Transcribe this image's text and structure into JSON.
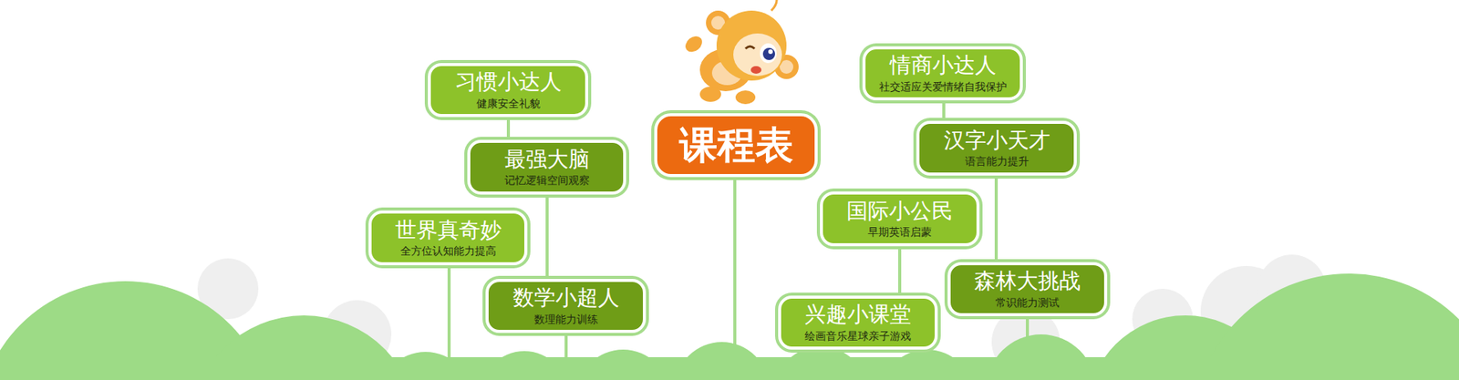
{
  "diagram": {
    "nodes": [
      {
        "text": [
          "课程表"
        ]
      },
      {
        "text": [
          "习惯小达人",
          "健康安全礼貌"
        ]
      },
      {
        "text": [
          "最强大脑",
          "记忆逻辑空间观察"
        ]
      },
      {
        "text": [
          "世界真奇妙",
          "全方位认知能力提高"
        ]
      },
      {
        "text": [
          "数学小超人",
          "数理能力训练"
        ]
      },
      {
        "text": [
          "情商小达人",
          "社交适应关爱情绪自我保护"
        ]
      },
      {
        "text": [
          "汉字小天才",
          "语言能力提升"
        ]
      },
      {
        "text": [
          "国际小公民",
          "早期英语启蒙"
        ]
      },
      {
        "text": [
          "森林大挑战",
          "常识能力测试"
        ]
      },
      {
        "text": [
          "兴趣小课堂",
          "绘画音乐星球亲子游戏"
        ]
      }
    ],
    "edges": [
      {
        "from": 1,
        "to": 2,
        "arrow": "none"
      },
      {
        "from": 2,
        "to": 4,
        "arrow": "none"
      },
      {
        "from": 5,
        "to": 6,
        "arrow": "none"
      },
      {
        "from": 6,
        "to": 8,
        "arrow": "none"
      },
      {
        "from": 7,
        "to": 9,
        "arrow": "none"
      }
    ]
  }
}
